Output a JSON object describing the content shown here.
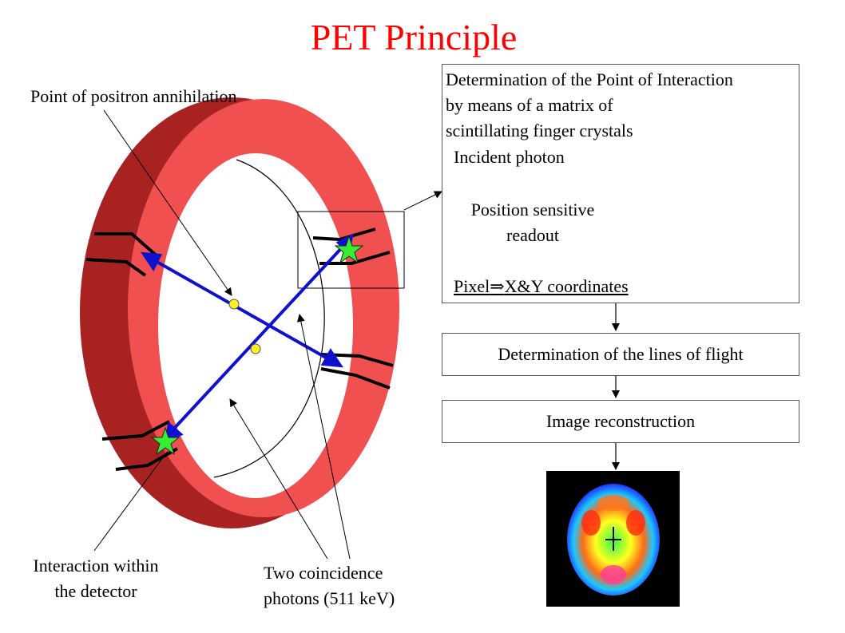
{
  "title": "PET Principle",
  "labels": {
    "annihilation": "Point of positron annihilation",
    "interaction_line1": "Interaction within",
    "interaction_line2": "the detector",
    "photons_line1": "Two coincidence",
    "photons_line2": "photons (511 keV)"
  },
  "poi_box": {
    "line1": "Determination of the Point of Interaction",
    "line2": "by means of a matrix of",
    "line3": "scintillating finger crystals",
    "incident": "Incident photon",
    "readout_line1": "Position sensitive",
    "readout_line2": "readout",
    "pixel_prefix": "Pixel",
    "pixel_symbol": "⇒",
    "pixel_suffix": "X&Y coordinates"
  },
  "flow": {
    "lines_of_flight": "Determination of the lines of flight",
    "reconstruction": "Image reconstruction"
  },
  "colors": {
    "title": "#ff0000",
    "ring": "#f0504f",
    "ring_dark": "#a82222",
    "photon_line": "#1010d0",
    "star": "#33ee33",
    "annihilation_point": "#ffee22",
    "crystal": "#33cccc"
  }
}
